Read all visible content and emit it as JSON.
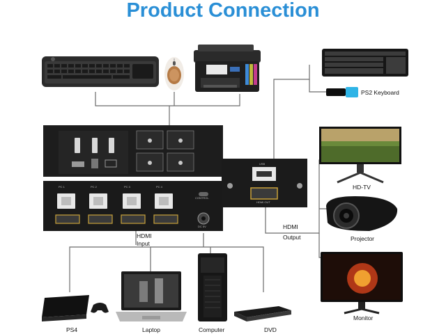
{
  "title": "Product Connection",
  "labels": {
    "ps2_keyboard": "PS2 Keyboard",
    "hdtv": "HD-TV",
    "hdmi_output_1": "HDMI",
    "hdmi_output_2": "Output",
    "projector": "Projector",
    "monitor": "Monitor",
    "hdmi_input_1": "HDMI",
    "hdmi_input_2": "Input",
    "ps4": "PS4",
    "laptop": "Laptop",
    "computer": "Computer",
    "dvd": "DVD"
  },
  "device": {
    "front_ports": [
      "PC 1",
      "PC 2",
      "PC 3",
      "PC 4"
    ],
    "usb_label": "USB",
    "hdmi_out_label": "HDMI OUT",
    "control_label": "CONTROL",
    "dc_label": "DC 5V"
  },
  "colors": {
    "title": "#2a8fd6",
    "device_body": "#1d1d1d",
    "wire": "#6b6b6b",
    "ps2_connector": "#2fb4e6"
  }
}
